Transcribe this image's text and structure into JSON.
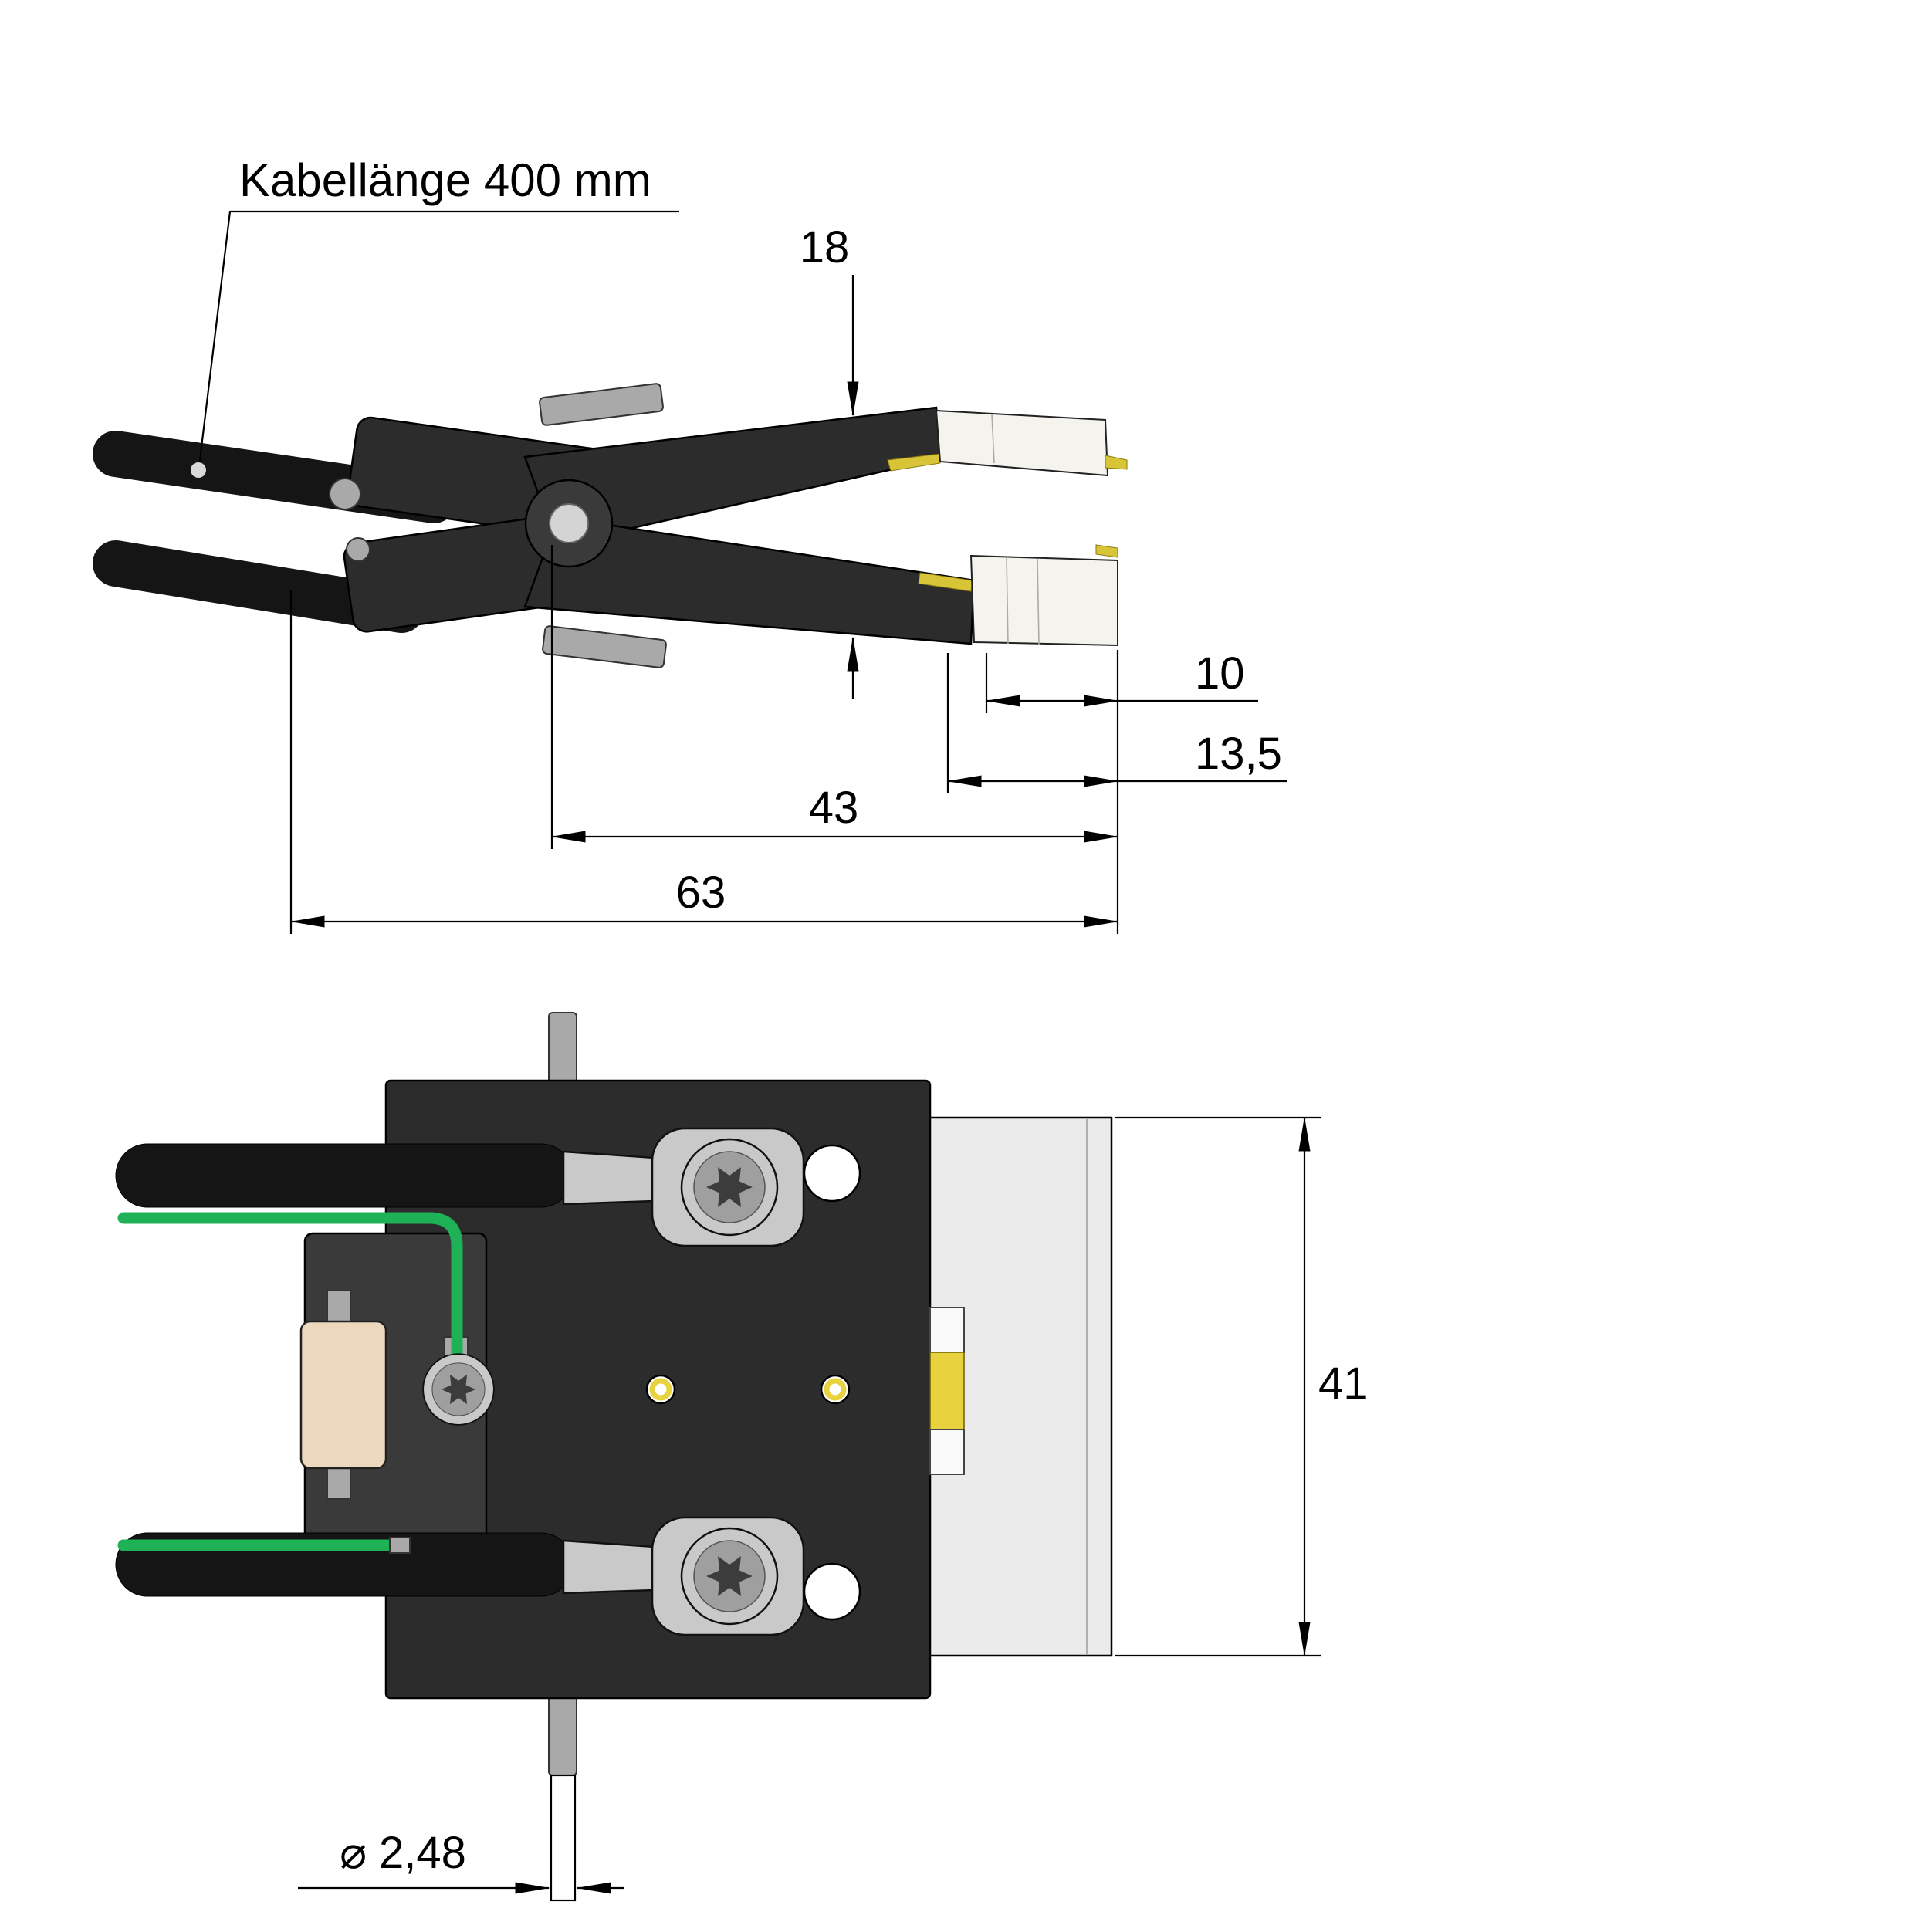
{
  "drawing": {
    "label_cable_length": "Kabellänge 400 mm",
    "dimensions": {
      "jaw_height": "18",
      "contact_length": "10",
      "tip_length": "13,5",
      "pivot_to_tip": "43",
      "overall_length": "63",
      "body_height": "41",
      "pin_diameter": "⌀ 2,48"
    }
  },
  "colors": {
    "line": "#000000",
    "body_dark": "#2c2c2c",
    "body_sub": "#3a3a3a",
    "cable_black": "#151515",
    "metal_gray": "#a9a9a9",
    "silver": "#c9c9c9",
    "contact_white": "#f5f3ed",
    "gold": "#d8c437",
    "green_wire": "#1fb155",
    "beige": "#ecd9bd",
    "jaw_light": "#ebebeb",
    "yellow": "#e8d23e"
  }
}
